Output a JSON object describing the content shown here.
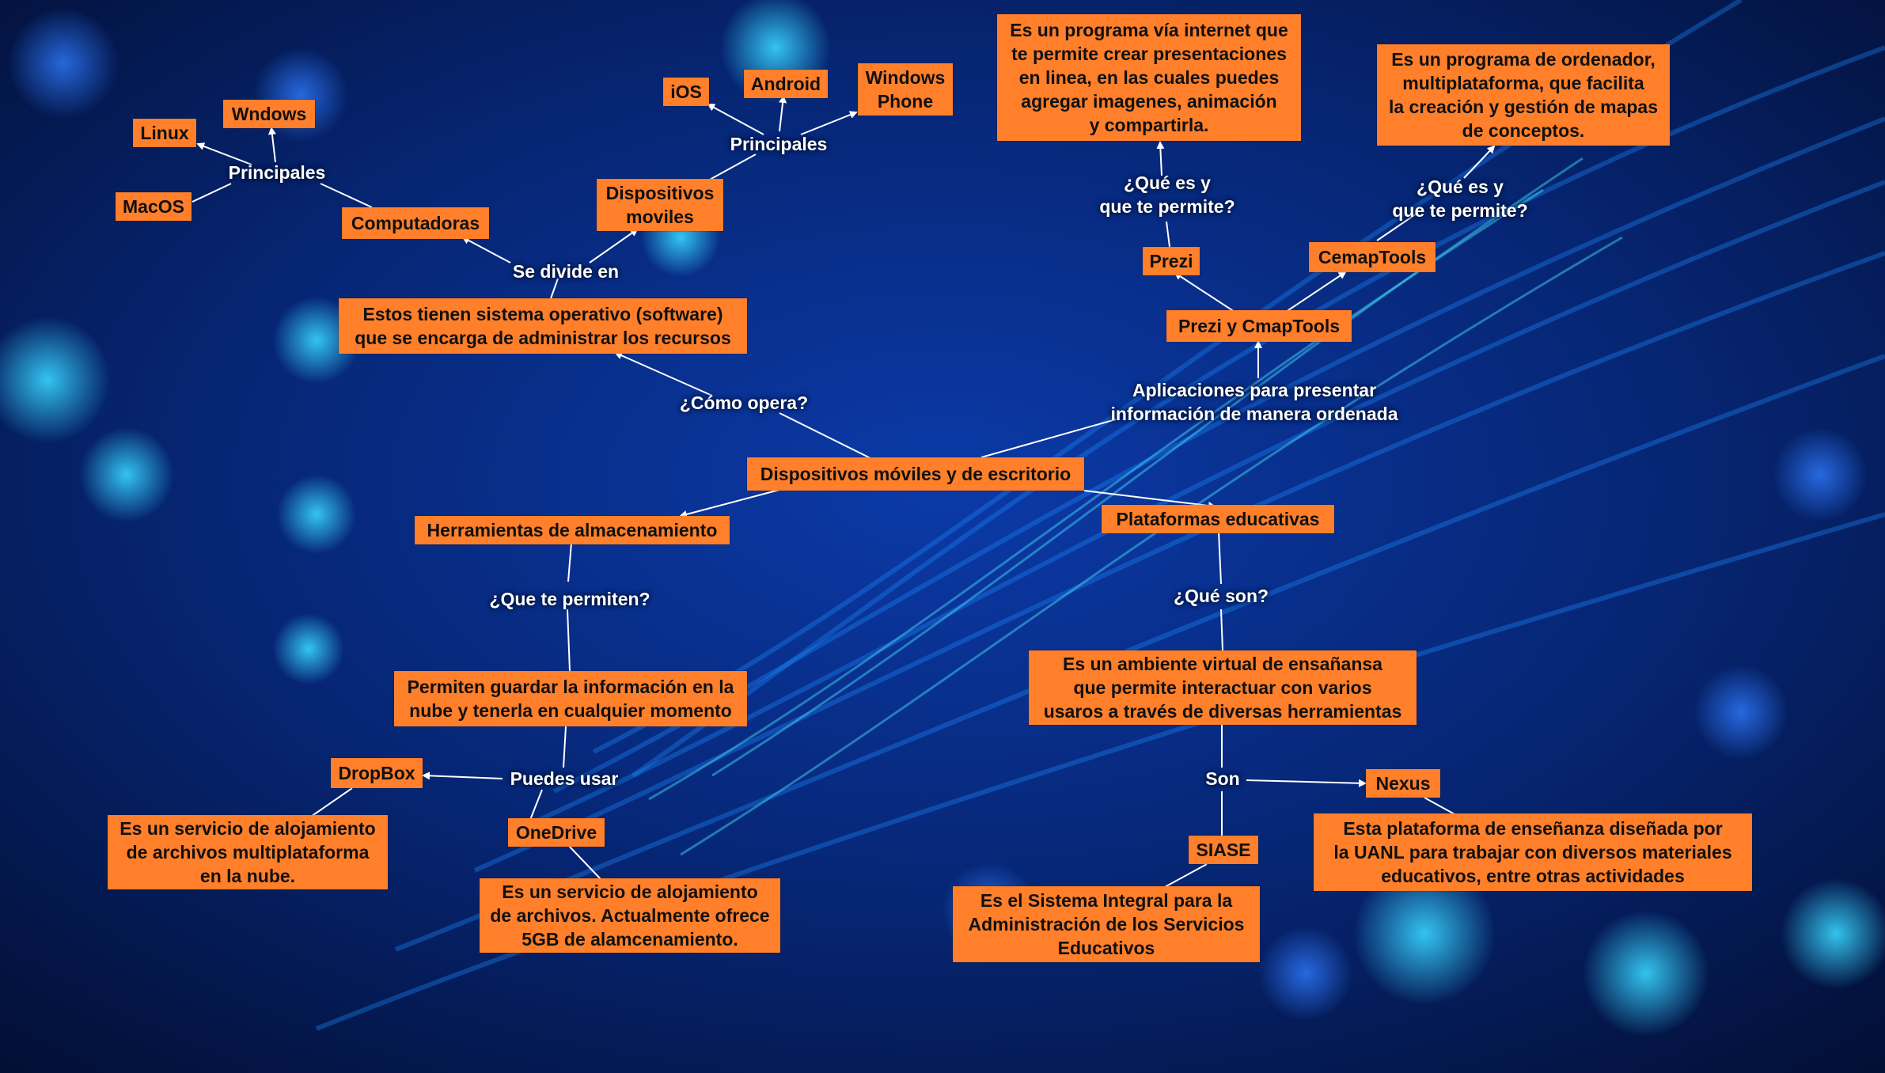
{
  "colors": {
    "node_fill": "#ff7f2a",
    "node_text": "#111111",
    "label_text": "#ffffff",
    "background": "#05205e"
  },
  "nodes": {
    "center": "Dispositivos móviles y de escritorio",
    "so": "Estos tienen sistema operativo (software)\nque se encarga de administrar los recursos",
    "computadoras": "Computadoras",
    "dispositivos_moviles": "Dispositivos\nmoviles",
    "linux": "Linux",
    "wndows": "Wndows",
    "macos": "MacOS",
    "ios": "iOS",
    "android": "Android",
    "windows_phone": "Windows\nPhone",
    "prezi_cmap": "Prezi y CmapTools",
    "prezi": "Prezi",
    "cemaptools": "CemapTools",
    "prezi_def": "Es un programa vía internet que\nte permite crear presentaciones\nen linea, en las cuales puedes\nagregar imagenes, animación\ny compartirla.",
    "cmap_def": "Es un programa de ordenador,\nmultiplataforma, que facilita\nla creación y gestión de mapas\nde conceptos.",
    "almacenamiento": "Herramientas de almacenamiento",
    "almacenamiento_def": "Permiten guardar la información en la\nnube y tenerla en cualquier momento",
    "dropbox": "DropBox",
    "onedrive": "OneDrive",
    "dropbox_def": "Es un servicio de alojamiento\nde archivos multiplataforma\nen la nube.",
    "onedrive_def": "Es un servicio de alojamiento\nde archivos. Actualmente ofrece\n5GB de alamcenamiento.",
    "plataformas": "Plataformas educativas",
    "plataformas_def": "Es un ambiente virtual de ensañansa\nque permite interactuar con varios\nusaros a través de diversas herramientas",
    "nexus": "Nexus",
    "siase": "SIASE",
    "nexus_def": "Esta plataforma de enseñanza diseñada por\nla UANL para trabajar con diversos materiales\neducativos, entre otras actividades",
    "siase_def": "Es el Sistema Integral para la\nAdministración de los Servicios\nEducativos"
  },
  "labels": {
    "como_opera": "¿Cómo opera?",
    "se_divide": "Se divide en",
    "principales_pc": "Principales",
    "principales_movil": "Principales",
    "aplicaciones": "Aplicaciones para presentar\ninformación de manera ordenada",
    "que_es_prezi": "¿Qué es y\nque te permite?",
    "que_es_cmap": "¿Qué es y\nque te permite?",
    "que_te_permiten": "¿Que te permiten?",
    "puedes_usar": "Puedes usar",
    "que_son": "¿Qué son?",
    "son": "Son"
  }
}
